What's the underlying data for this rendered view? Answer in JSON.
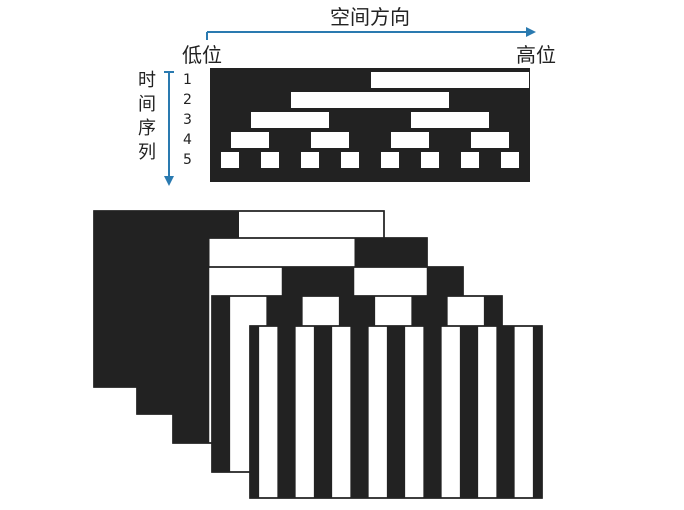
{
  "labels": {
    "spatial_direction": "空间方向",
    "low_bit": "低位",
    "high_bit": "高位",
    "time_sequence": [
      "时",
      "间",
      "序",
      "列"
    ],
    "rows": [
      "1",
      "2",
      "3",
      "4",
      "5"
    ]
  },
  "pattern": {
    "bits": 5,
    "scheme": "gray-code stripes",
    "colors": {
      "dark": "#222222",
      "light": "#ffffff",
      "arrow": "#2a7ab0"
    }
  }
}
